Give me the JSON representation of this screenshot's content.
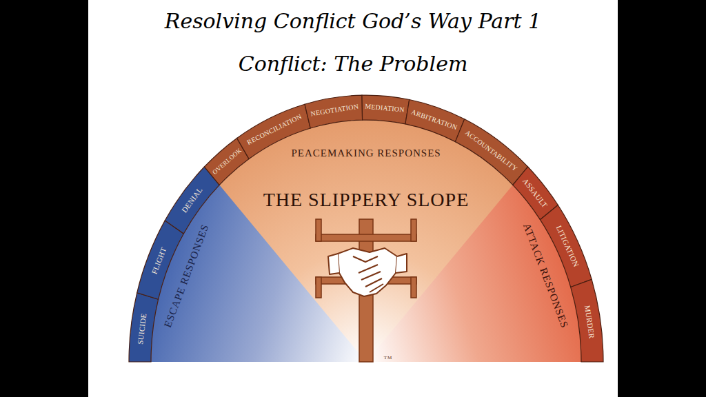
{
  "diagram": {
    "title": "Resolving Conflict God’s Way Part 1",
    "nodes": [
      {
        "text": [
          "SUICIDE"
        ]
      },
      {
        "text": [
          "FLIGHT"
        ]
      },
      {
        "text": [
          "DENIAL"
        ]
      },
      {
        "text": [
          "OVERLOOK"
        ]
      },
      {
        "text": [
          "RECONCILIATION"
        ]
      },
      {
        "text": [
          "NEGOTIATION"
        ]
      },
      {
        "text": [
          "MEDIATION"
        ]
      },
      {
        "text": [
          "ARBITRATION"
        ]
      },
      {
        "text": [
          "ACCOUNTABILITY"
        ]
      },
      {
        "text": [
          "ASSAULT"
        ]
      },
      {
        "text": [
          "LITIGATION"
        ]
      },
      {
        "text": [
          "MURDER"
        ]
      }
    ],
    "labels": [
      "Conflict: The Problem",
      "PEACEMAKING RESPONSES",
      "THE SLIPPERY SLOPE",
      "ESCAPE RESPONSES",
      "ATTACK RESPONSES",
      "TM"
    ]
  }
}
